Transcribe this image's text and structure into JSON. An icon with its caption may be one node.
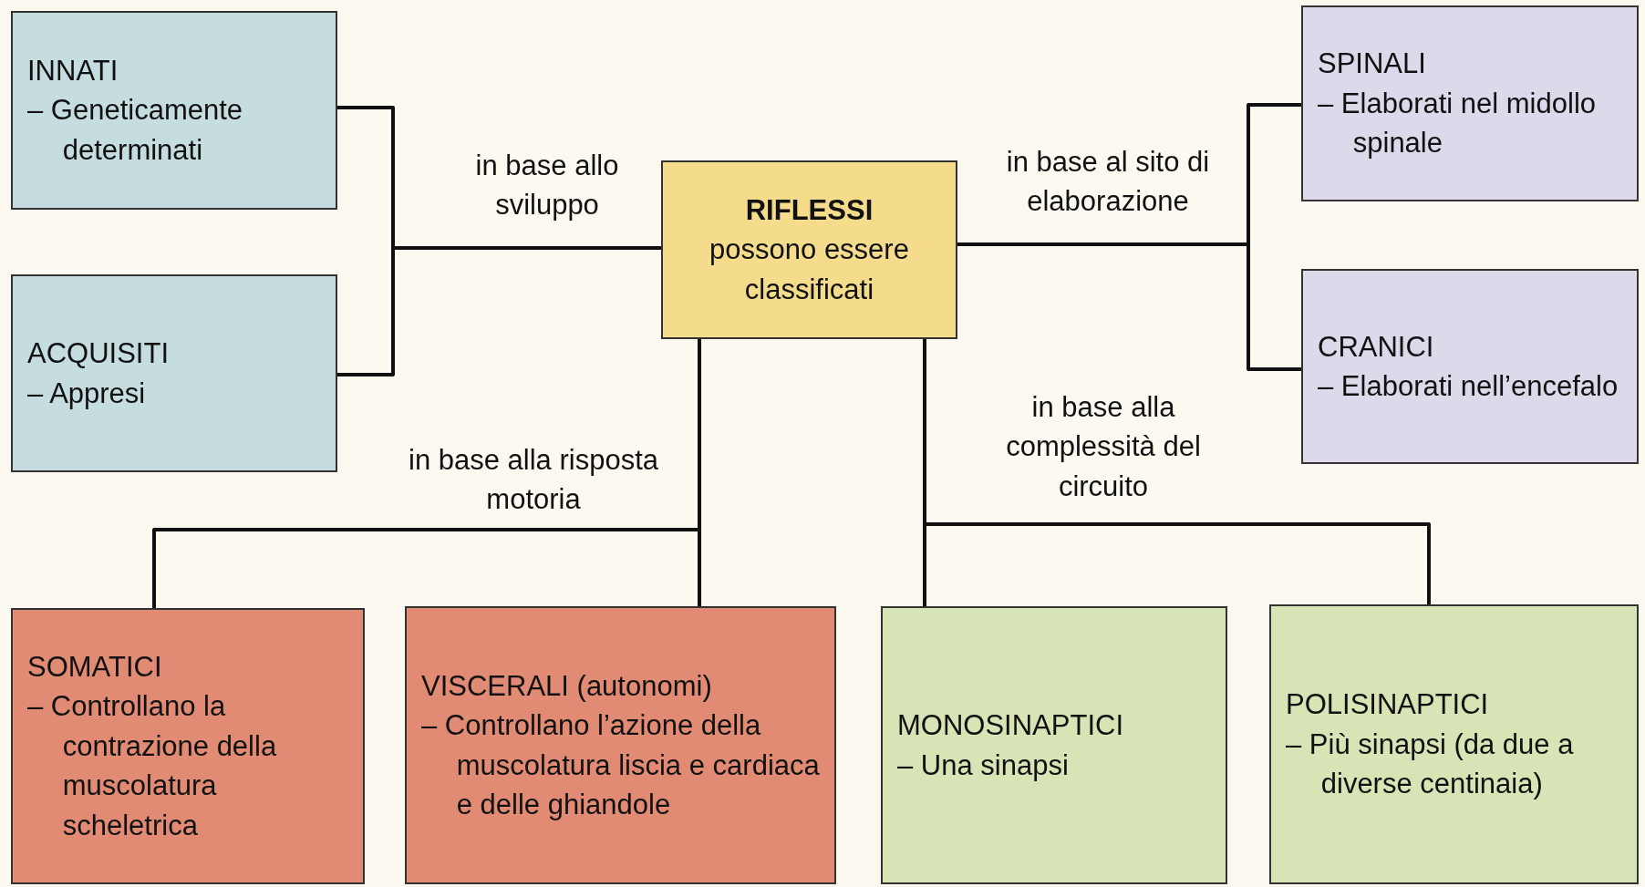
{
  "diagram": {
    "nodes": [
      {
        "text": [
          "RIFLESSI",
          "possono essere classificati"
        ]
      },
      {
        "text": [
          "INNATI",
          "– Geneticamente determinati"
        ]
      },
      {
        "text": [
          "ACQUISITI",
          "– Appresi"
        ]
      },
      {
        "text": [
          "SPINALI",
          "– Elaborati nel midollo spinale"
        ]
      },
      {
        "text": [
          "CRANICI",
          "– Elaborati nell’encefalo"
        ]
      },
      {
        "text": [
          "SOMATICI",
          "– Controllano la contrazione della muscolatura scheletrica"
        ]
      },
      {
        "text": [
          "VISCERALI (autonomi)",
          "– Controllano l’azione della muscolatura liscia e cardiaca e delle ghiandole"
        ]
      },
      {
        "text": [
          "MONOSINAPTICI",
          "– Una sinapsi"
        ]
      },
      {
        "text": [
          "POLISINAPTICI",
          "– Più sinapsi (da due a diverse centinaia)"
        ]
      }
    ],
    "edges": [
      {
        "from": 0,
        "to": 1,
        "arrow": "none",
        "label": "in base allo sviluppo"
      },
      {
        "from": 0,
        "to": 2,
        "arrow": "none"
      },
      {
        "from": 0,
        "to": 3,
        "arrow": "none",
        "label": "in base al sito di elaborazione"
      },
      {
        "from": 0,
        "to": 4,
        "arrow": "none"
      },
      {
        "from": 0,
        "to": 5,
        "arrow": "none",
        "label": "in base alla risposta motoria"
      },
      {
        "from": 0,
        "to": 6,
        "arrow": "none"
      },
      {
        "from": 0,
        "to": 7,
        "arrow": "none",
        "label": "in base alla complessità del circuito"
      },
      {
        "from": 0,
        "to": 8,
        "arrow": "none"
      }
    ]
  }
}
